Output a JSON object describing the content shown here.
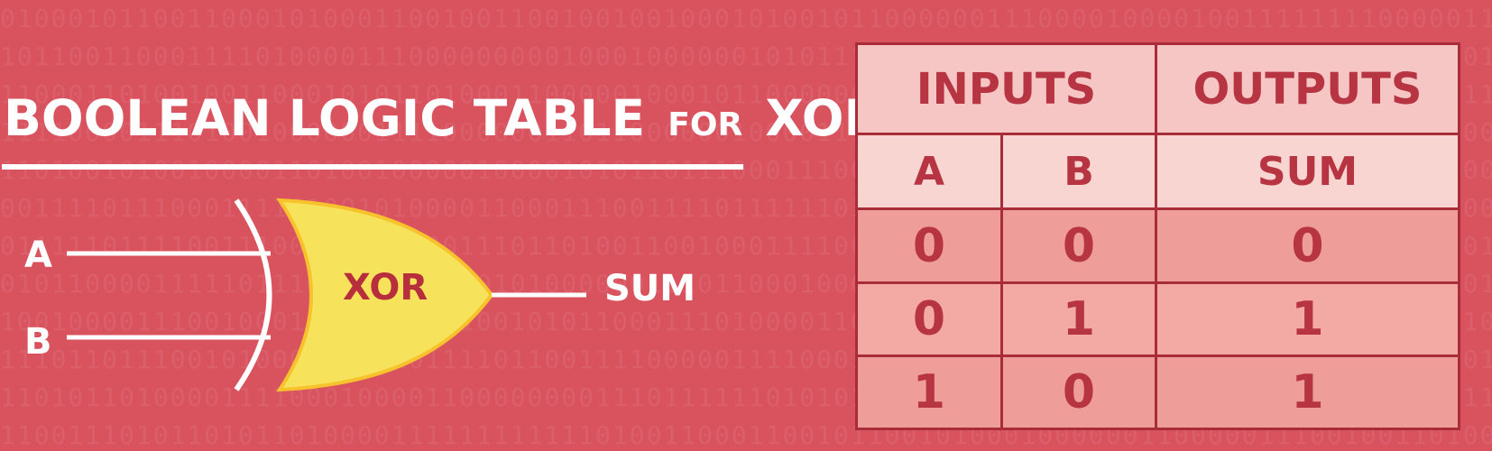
{
  "title": {
    "main": "BOOLEAN LOGIC TABLE",
    "connector": "FOR",
    "gate": "XOR"
  },
  "diagram": {
    "input_a": "A",
    "input_b": "B",
    "gate_label": "XOR",
    "output": "SUM",
    "colors": {
      "gate_fill": "#f7e35b",
      "gate_stroke": "#f7c22c",
      "line": "#ffffff",
      "background": "#d9535f"
    }
  },
  "truth_table": {
    "header_groups": [
      "INPUTS",
      "OUTPUTS"
    ],
    "columns": [
      "A",
      "B",
      "SUM"
    ],
    "rows": [
      [
        "0",
        "0",
        "0"
      ],
      [
        "0",
        "1",
        "1"
      ],
      [
        "1",
        "0",
        "1"
      ]
    ]
  }
}
